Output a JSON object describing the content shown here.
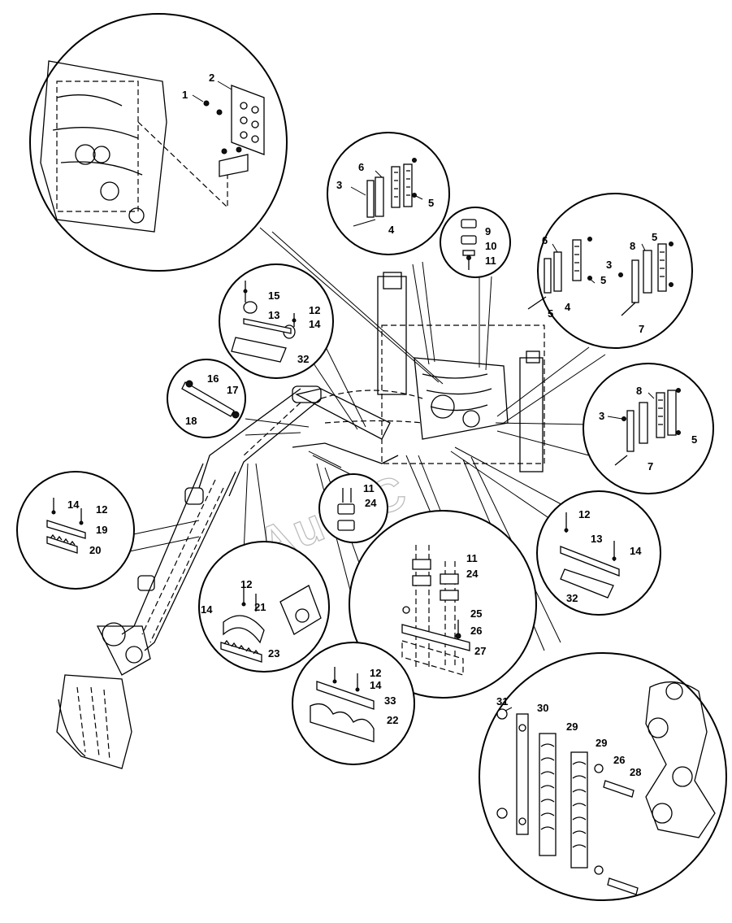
{
  "watermark": "AutoC",
  "callouts": {
    "c1": "1",
    "c2": "2",
    "c3a": "3",
    "c4a": "4",
    "c5a": "5",
    "c6a": "6",
    "c9": "9",
    "c10": "10",
    "c11a": "11",
    "c6b": "6",
    "c4b": "4",
    "c5b": "5",
    "c5c": "5",
    "c8a": "8",
    "c5d": "5",
    "c3b": "3",
    "c7a": "7",
    "c15": "15",
    "c12a": "12",
    "c13a": "13",
    "c14a": "14",
    "c32a": "32",
    "c16": "16",
    "c17": "17",
    "c18": "18",
    "c8b": "8",
    "c3c": "3",
    "c5e": "5",
    "c7b": "7",
    "c11b": "11",
    "c24a": "24",
    "c14b": "14",
    "c12b": "12",
    "c19": "19",
    "c20": "20",
    "c12c": "12",
    "c14c": "14",
    "c21": "21",
    "c23": "23",
    "c11c": "11",
    "c24b": "24",
    "c25": "25",
    "c26a": "26",
    "c27": "27",
    "c12d": "12",
    "c13b": "13",
    "c14d": "14",
    "c32b": "32",
    "c12e": "12",
    "c14e": "14",
    "c33": "33",
    "c22": "22",
    "c31": "31",
    "c30": "30",
    "c29a": "29",
    "c29b": "29",
    "c26b": "26",
    "c28": "28"
  }
}
